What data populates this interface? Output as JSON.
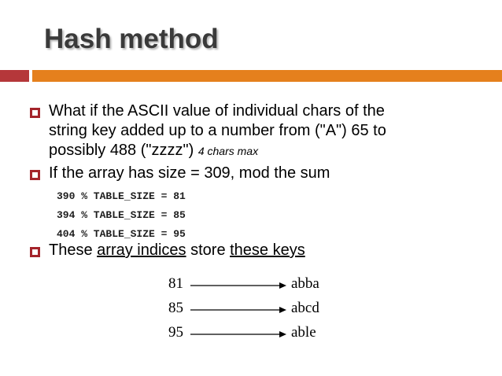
{
  "slide": {
    "title": "Hash method"
  },
  "bullets": [
    {
      "line1": "What if the ASCII value of individual chars of the",
      "line2": "string key added up to a number from (\"A\") 65 to",
      "line3": "possibly 488 (\"zzzz\")",
      "note": "4 chars max"
    },
    {
      "text": "If the array has size = 309, mod the sum"
    },
    {
      "pre": "These ",
      "u1": "array indices",
      "mid": " store ",
      "u2": "these keys"
    }
  ],
  "code_lines": [
    "390 % TABLE_SIZE = 81",
    "394 % TABLE_SIZE = 85",
    "404 % TABLE_SIZE = 95"
  ],
  "mapping": [
    {
      "index": "81",
      "key": "abba"
    },
    {
      "index": "85",
      "key": "abcd"
    },
    {
      "index": "95",
      "key": "able"
    }
  ],
  "colors": {
    "bar_left": "#b5373a",
    "bar_right": "#e5801d",
    "bullet_border": "#a4242b",
    "title": "#3a3a3a"
  }
}
